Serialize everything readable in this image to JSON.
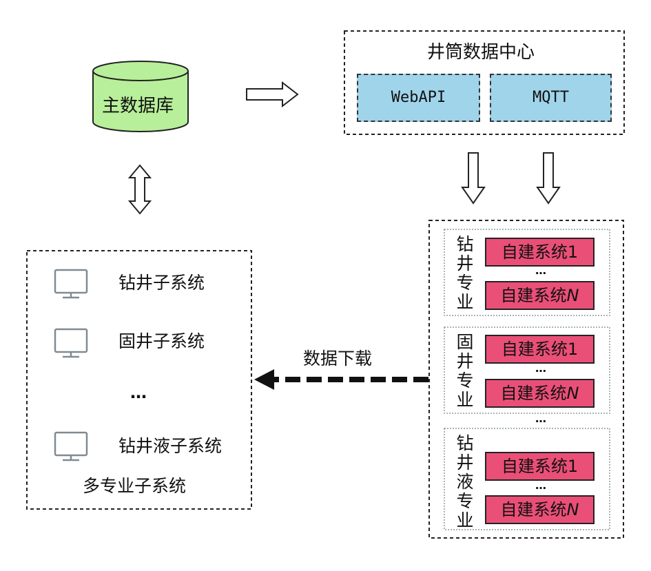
{
  "database": {
    "label": "主数据库"
  },
  "data_center": {
    "title": "井筒数据中心",
    "services": [
      "WebAPI",
      "MQTT"
    ]
  },
  "subsystems": {
    "items": [
      "钻井子系统",
      "固井子系统",
      "…",
      "钻井液子系统"
    ],
    "title": "多专业子系统"
  },
  "download_label": "数据下载",
  "specialties": [
    {
      "name": "钻井专业",
      "chars": [
        "钻",
        "井",
        "专",
        "业"
      ],
      "first": "自建系统1",
      "last_prefix": "自建系统",
      "last_suffix": "N"
    },
    {
      "name": "固井专业",
      "chars": [
        "固",
        "井",
        "专",
        "业"
      ],
      "first": "自建系统1",
      "last_prefix": "自建系统",
      "last_suffix": "N"
    },
    {
      "name": "钻井液专业",
      "chars": [
        "钻",
        "井",
        "液",
        "专",
        "业"
      ],
      "first": "自建系统1",
      "last_prefix": "自建系统",
      "last_suffix": "N"
    }
  ],
  "ellipsis": "…",
  "colors": {
    "database": "#b8ef9a",
    "service": "#9fd4ea",
    "system": "#ea4f77",
    "monitor": "#7f8a92"
  },
  "icons": [
    "database-icon",
    "monitor-icon",
    "hollow-arrow-icon",
    "dashed-arrow-icon"
  ]
}
